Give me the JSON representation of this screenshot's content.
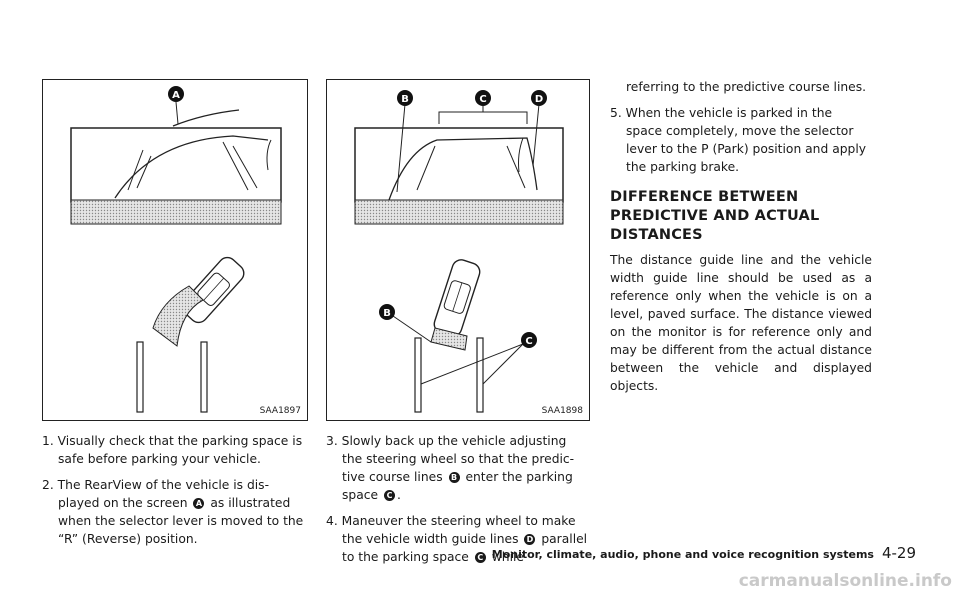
{
  "figures": [
    {
      "code": "SAA1897",
      "callouts": [
        "A"
      ]
    },
    {
      "code": "SAA1898",
      "callouts": [
        "B",
        "C",
        "D",
        "B",
        "C"
      ]
    }
  ],
  "steps": [
    {
      "num": "1.",
      "text": "Visually check that the parking space is safe before parking your vehicle."
    },
    {
      "num": "2.",
      "before": "The RearView of the vehicle is dis- played on the screen",
      "ref1": "A",
      "after": "as illustrated when the selector lever is moved to the “R” (Reverse) position."
    },
    {
      "num": "3.",
      "before": "Slowly back up the vehicle adjusting the steering wheel so that the predic- tive course lines",
      "ref1": "B",
      "mid": "enter the parking space",
      "ref2": "C",
      "after": "."
    },
    {
      "num": "4.",
      "before": "Maneuver the steering wheel to make the vehicle width guide lines",
      "ref1": "D",
      "mid": "parallel to the parking space",
      "ref2": "C",
      "after": "while"
    },
    {
      "num": "",
      "text": "referring to the predictive course lines."
    },
    {
      "num": "5.",
      "text": "When the vehicle is parked in the space completely, move the selector lever to the P (Park) position and apply the parking brake."
    }
  ],
  "section": {
    "heading": "DIFFERENCE BETWEEN PREDICTIVE AND ACTUAL DISTANCES",
    "body": "The distance guide line and the vehicle width guide line should be used as a reference only when the vehicle is on a level, paved surface. The distance viewed on the monitor is for reference only and may be different from the actual distance between the vehicle and displayed objects."
  },
  "footer": {
    "section": "Monitor, climate, audio, phone and voice recognition systems",
    "page": "4-29"
  },
  "watermark": "carmanualsonline.info"
}
